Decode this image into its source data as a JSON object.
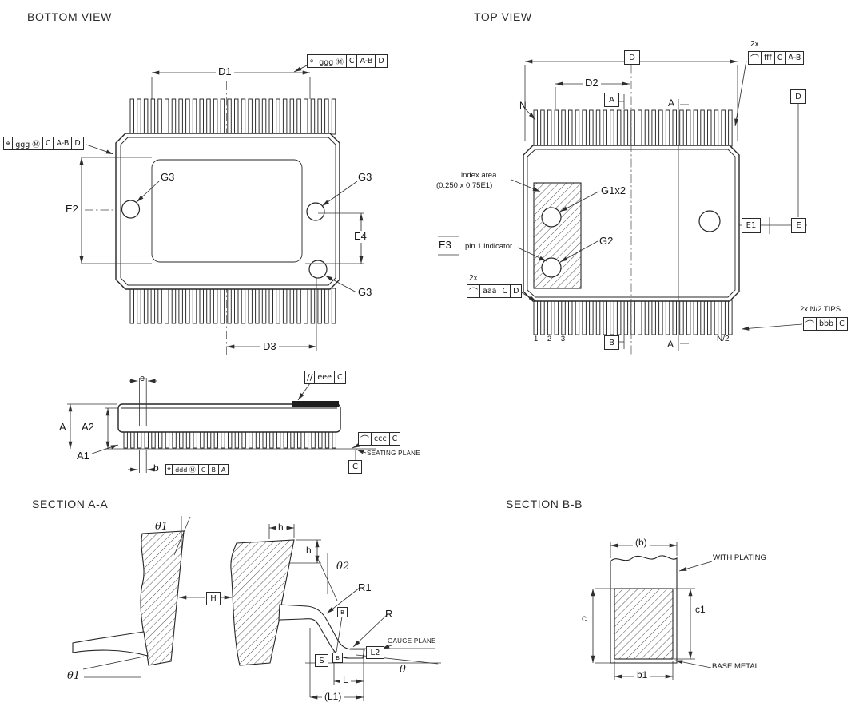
{
  "titles": {
    "bottom": "BOTTOM VIEW",
    "top": "TOP VIEW",
    "section_aa": "SECTION A-A",
    "section_bb": "SECTION B-B"
  },
  "fcf": {
    "ggg_top": [
      "⌖",
      "ggg Ⓜ",
      "C",
      "A-B",
      "D"
    ],
    "ggg_left": [
      "⌖",
      "ggg Ⓜ",
      "C",
      "A-B",
      "D"
    ],
    "fff": [
      "⌒",
      "fff",
      "C",
      "A-B"
    ],
    "aaa": [
      "⌒",
      "aaa",
      "C",
      "D"
    ],
    "bbb": [
      "⌒",
      "bbb",
      "C"
    ],
    "eee": [
      "//",
      "eee",
      "C"
    ],
    "ccc": [
      "⌒",
      "ccc",
      "C"
    ],
    "ddd": [
      "⌖",
      "ddd Ⓜ",
      "C",
      "B",
      "A"
    ]
  },
  "bottom": {
    "d1": "D1",
    "d3": "D3",
    "e2": "E2",
    "e4": "E4",
    "g3_a": "G3",
    "g3_b": "G3",
    "g3_c": "G3"
  },
  "top": {
    "qty_fff": "2x",
    "d_basic": "D",
    "d2": "D2",
    "a_basic": "A",
    "section_a_top": "A",
    "d_ref": "D",
    "n": "N",
    "index_line1": "index area",
    "index_line2": "(0.250 x 0.75E1)",
    "g1": "G1x2",
    "e3": "E3",
    "pin1_note": "pin 1 indicator",
    "g2": "G2",
    "qty_aaa": "2x",
    "e1_ref": "E1",
    "e_ref": "E",
    "pin_numbers": "1 2 3",
    "b_basic": "B",
    "section_a_bottom": "A",
    "n_half": "N/2",
    "tips_note": "2x N/2 TIPS"
  },
  "side": {
    "e": "e",
    "a": "A",
    "a2": "A2",
    "a1": "A1",
    "b": "b",
    "seating_plane": "SEATING PLANE",
    "datum_c": "C"
  },
  "aa": {
    "theta1_top": "θ1",
    "theta1_bottom": "θ1",
    "h_top": "h",
    "h_side": "h",
    "theta2": "θ2",
    "r1": "R1",
    "r": "R",
    "h_ref": "H",
    "b_section_top": "B",
    "b_section_bottom": "B",
    "gauge_plane": "GAUGE PLANE",
    "l2_ref": "L2",
    "s_ref": "S",
    "theta": "θ",
    "l": "L",
    "l1": "(L1)"
  },
  "bb": {
    "b_paren": "(b)",
    "with_plating": "WITH PLATING",
    "c": "c",
    "c1": "c1",
    "b1": "b1",
    "base_metal": "BASE METAL"
  }
}
